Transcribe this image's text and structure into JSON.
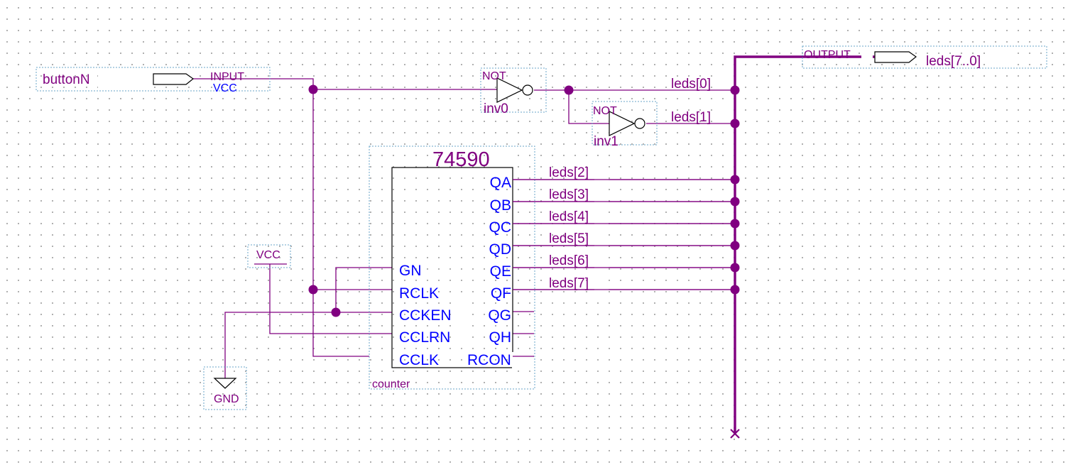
{
  "input_pin": {
    "name": "buttonN",
    "type_label": "INPUT",
    "default_label": "VCC"
  },
  "output_pin": {
    "type_label": "OUTPUT",
    "name": "leds[7..0]"
  },
  "inverters": [
    {
      "type": "NOT",
      "instance": "inv0",
      "net": "leds[0]"
    },
    {
      "type": "NOT",
      "instance": "inv1",
      "net": "leds[1]"
    }
  ],
  "counter": {
    "part": "74590",
    "instance": "counter",
    "inputs": [
      "GN",
      "RCLK",
      "CCKEN",
      "CCLRN",
      "CCLK"
    ],
    "outputs": [
      "QA",
      "QB",
      "QC",
      "QD",
      "QE",
      "QF",
      "QG",
      "QH",
      "RCON"
    ]
  },
  "bus_nets": [
    "leds[2]",
    "leds[3]",
    "leds[4]",
    "leds[5]",
    "leds[6]",
    "leds[7]"
  ],
  "vcc_label": "VCC",
  "gnd_label": "GND",
  "colors": {
    "wire": "#800080",
    "pin_text": "#0000ff",
    "symbol_frame": "#6aa6c8"
  }
}
